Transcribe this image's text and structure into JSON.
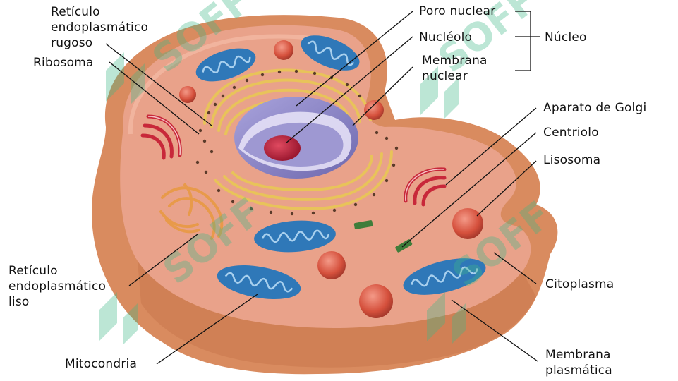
{
  "labels": {
    "rer_line1": "Retículo",
    "rer_line2": "endoplasmático",
    "rer_line3": "rugoso",
    "ribosoma": "Ribosoma",
    "poro_nuclear": "Poro nuclear",
    "nucleolo": "Nucléolo",
    "membrana_nuclear_line1": "Membrana",
    "membrana_nuclear_line2": "nuclear",
    "nucleo": "Núcleo",
    "golgi": "Aparato de Golgi",
    "centriolo": "Centriolo",
    "lisosoma": "Lisosoma",
    "rel_line1": "Retículo",
    "rel_line2": "endoplasmático",
    "rel_line3": "liso",
    "citoplasma": "Citoplasma",
    "mitocondria": "Mitocondria",
    "membrana_plasmatica_line1": "Membrana",
    "membrana_plasmatica_line2": "plasmática"
  },
  "watermark": {
    "text": "SOFF"
  },
  "colors": {
    "membrane_outer": "#d98b5f",
    "cytoplasm": "#e9a28a",
    "cytoplasm_light": "#f3b9a2",
    "mitochondria": "#2f78b8",
    "nucleus": "#8d86c6",
    "nucleolus": "#b5203a",
    "lysosome": "#d5503c",
    "er": "#e8c35a",
    "golgi": "#c8283a",
    "centriole": "#3f7d3a",
    "watermark": "#3fb888"
  }
}
